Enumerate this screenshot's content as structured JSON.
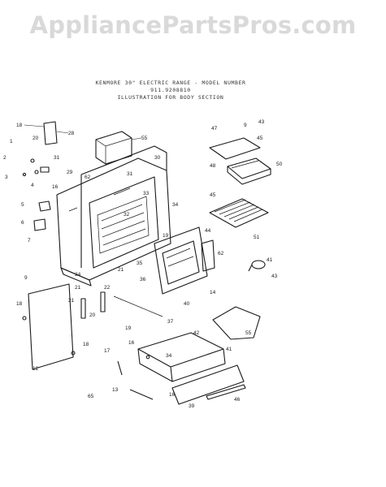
{
  "watermark": "AppliancePartsPros.com",
  "header": {
    "line1": "KENMORE 30\" ELECTRIC RANGE - MODEL NUMBER",
    "line2": "911.9208810",
    "line3": "ILLUSTRATION FOR BODY SECTION"
  },
  "callouts": [
    "18",
    "28",
    "55",
    "30",
    "47",
    "9",
    "43",
    "45",
    "1",
    "20",
    "31",
    "48",
    "50",
    "2",
    "29",
    "3",
    "62",
    "33",
    "4",
    "16",
    "31",
    "34",
    "5",
    "32",
    "45",
    "6",
    "21",
    "19",
    "51",
    "44",
    "7",
    "35",
    "36",
    "62",
    "40",
    "14",
    "43",
    "24",
    "21",
    "9",
    "22",
    "41",
    "18",
    "21",
    "20",
    "37",
    "19",
    "55",
    "42",
    "41",
    "17",
    "16",
    "34",
    "18",
    "13",
    "12",
    "16",
    "39",
    "46",
    "65"
  ]
}
